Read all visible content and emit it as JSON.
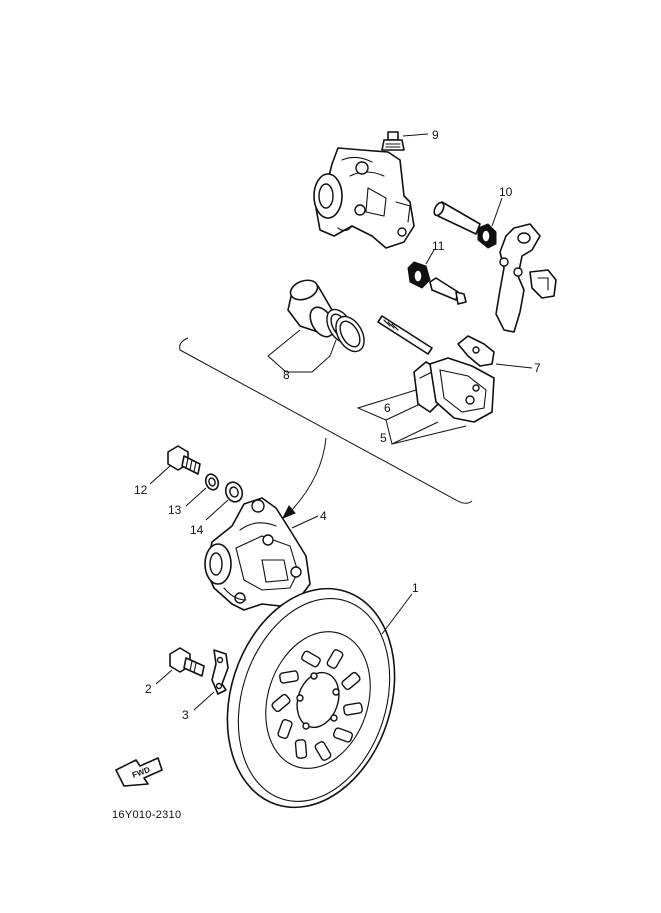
{
  "diagram_code": "16Y010-2310",
  "fwd_label": "FWD",
  "callouts": {
    "c1": "1",
    "c2": "2",
    "c3": "3",
    "c4": "4",
    "c5": "5",
    "c6": "6",
    "c7": "7",
    "c8": "8",
    "c9": "9",
    "c10": "10",
    "c11": "11",
    "c12": "12",
    "c13": "13",
    "c14": "14"
  }
}
